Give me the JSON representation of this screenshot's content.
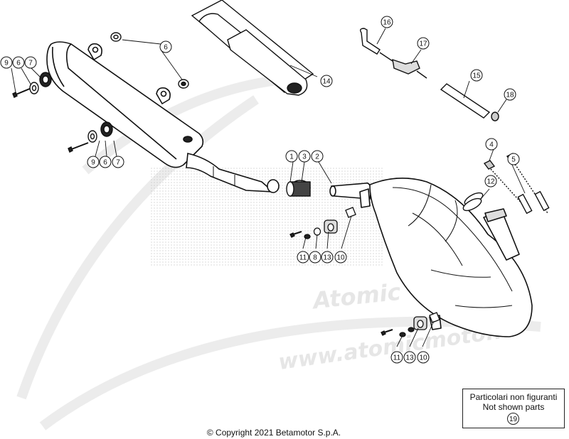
{
  "diagram": {
    "callouts": [
      {
        "id": "c9a",
        "label": "9"
      },
      {
        "id": "c6a",
        "label": "6"
      },
      {
        "id": "c7a",
        "label": "7"
      },
      {
        "id": "c6b",
        "label": "6"
      },
      {
        "id": "c9b",
        "label": "9"
      },
      {
        "id": "c6c",
        "label": "6"
      },
      {
        "id": "c7b",
        "label": "7"
      },
      {
        "id": "c1",
        "label": "1"
      },
      {
        "id": "c3",
        "label": "3"
      },
      {
        "id": "c2",
        "label": "2"
      },
      {
        "id": "c14",
        "label": "14"
      },
      {
        "id": "c16",
        "label": "16"
      },
      {
        "id": "c17",
        "label": "17"
      },
      {
        "id": "c15",
        "label": "15"
      },
      {
        "id": "c18",
        "label": "18"
      },
      {
        "id": "c4",
        "label": "4"
      },
      {
        "id": "c5",
        "label": "5"
      },
      {
        "id": "c12",
        "label": "12"
      },
      {
        "id": "c11a",
        "label": "11"
      },
      {
        "id": "c8",
        "label": "8"
      },
      {
        "id": "c13a",
        "label": "13"
      },
      {
        "id": "c10a",
        "label": "10"
      },
      {
        "id": "c11b",
        "label": "11"
      },
      {
        "id": "c13b",
        "label": "13"
      },
      {
        "id": "c10b",
        "label": "10"
      }
    ]
  },
  "legend": {
    "line1": "Particolari non figuranti",
    "line2": "Not shown parts",
    "number": "19"
  },
  "watermark": {
    "brand": "Atomic",
    "url": "www.atomicmoto.fr"
  },
  "copyright": "© Copyright 2021 Betamotor S.p.A."
}
